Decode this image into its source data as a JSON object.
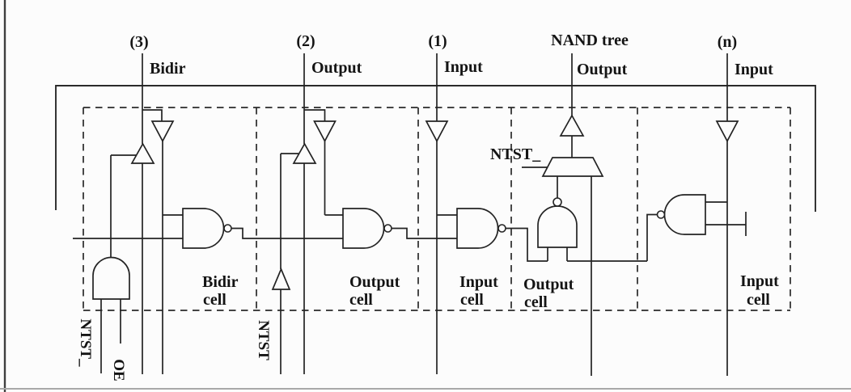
{
  "colors": {
    "line": "#232323",
    "background": "#fcfcfc",
    "page_edge": "#3f3f3f",
    "bottom_rule": "#a9a9a9"
  },
  "pads": {
    "bidir": {
      "number": "(3)",
      "name": "Bidir"
    },
    "output": {
      "number": "(2)",
      "name": "Output"
    },
    "input": {
      "number": "(1)",
      "name": "Input"
    },
    "nand_tree": {
      "number": "NAND tree",
      "name": "Output"
    },
    "input_n": {
      "number": "(n)",
      "name": "Input"
    }
  },
  "cells": {
    "bidir": {
      "title": "Bidir",
      "subtitle": "cell"
    },
    "output": {
      "title": "Output",
      "subtitle": "cell"
    },
    "input": {
      "title": "Input",
      "subtitle": "cell"
    },
    "nand_tree_output": {
      "title": "Output",
      "subtitle": "cell"
    },
    "input_n": {
      "title": "Input",
      "subtitle": "cell"
    }
  },
  "signals": {
    "ntst_bar": "NTST_",
    "oe": "OE",
    "ntst": "NTST",
    "mux_select": "NTST_"
  }
}
